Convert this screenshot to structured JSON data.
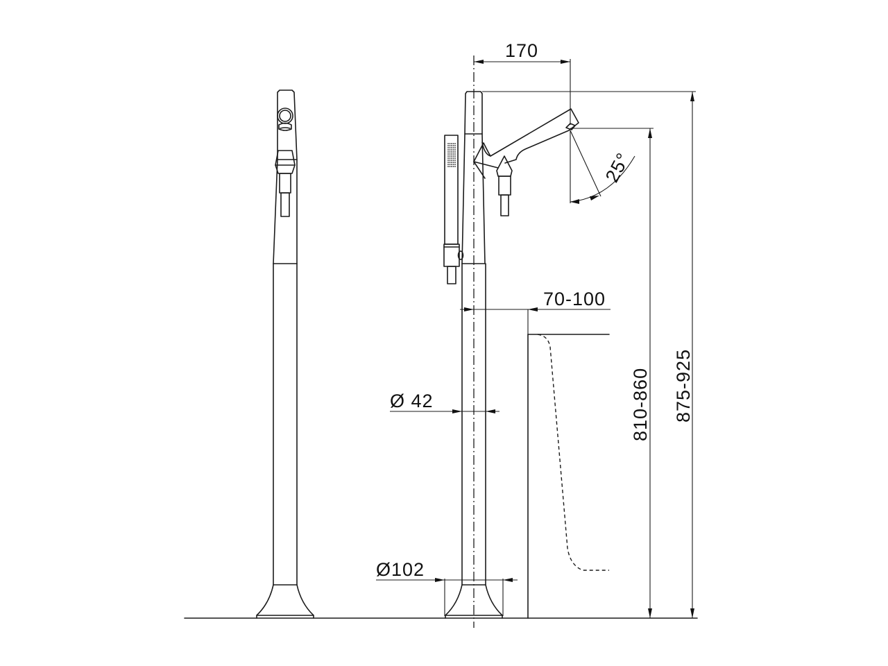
{
  "drawing": {
    "type": "technical dimension drawing",
    "subject": "floor-standing bath mixer with hand shower",
    "views": [
      "side view",
      "front view"
    ],
    "line_color": "#1a1a1a",
    "background": "#ffffff"
  },
  "dimensions": {
    "spout_reach": "170",
    "spout_angle": "25°",
    "wall_clearance": "70-100",
    "column_diameter": "Ø 42",
    "base_diameter": "Ø102",
    "spout_height": "810-860",
    "overall_height": "875-925"
  }
}
